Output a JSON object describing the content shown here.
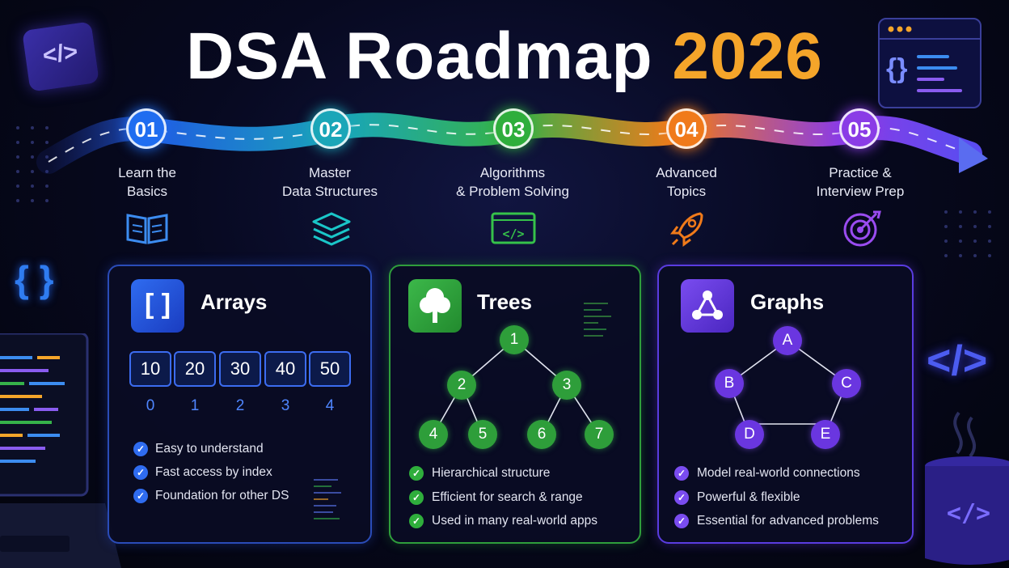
{
  "title": {
    "main": "DSA Roadmap",
    "year": "2026"
  },
  "colors": {
    "accent_year": "#f5a52a",
    "arrays": "#3c6cf0",
    "trees": "#36b24a",
    "graphs": "#7a4cf0"
  },
  "roadmap": [
    {
      "number": "01",
      "line1": "Learn the",
      "line2": "Basics",
      "icon": "book-icon",
      "color": "#1f6df0"
    },
    {
      "number": "02",
      "line1": "Master",
      "line2": "Data Structures",
      "icon": "layers-icon",
      "color": "#1aa6b8"
    },
    {
      "number": "03",
      "line1": "Algorithms",
      "line2": "& Problem Solving",
      "icon": "code-window-icon",
      "color": "#2fae3c"
    },
    {
      "number": "04",
      "line1": "Advanced",
      "line2": "Topics",
      "icon": "rocket-icon",
      "color": "#f07a1a"
    },
    {
      "number": "05",
      "line1": "Practice &",
      "line2": "Interview Prep",
      "icon": "target-icon",
      "color": "#8a3ce6"
    }
  ],
  "arrays": {
    "icon_text": "[ ]",
    "title": "Arrays",
    "cells": [
      "10",
      "20",
      "30",
      "40",
      "50"
    ],
    "indexes": [
      "0",
      "1",
      "2",
      "3",
      "4"
    ],
    "features": [
      "Easy to understand",
      "Fast access by index",
      "Foundation for other DS"
    ]
  },
  "trees": {
    "title": "Trees",
    "nodes": [
      "1",
      "2",
      "3",
      "4",
      "5",
      "6",
      "7"
    ],
    "features": [
      "Hierarchical structure",
      "Efficient for search & range",
      "Used in many real-world apps"
    ]
  },
  "graphs": {
    "title": "Graphs",
    "nodes": [
      "A",
      "B",
      "C",
      "D",
      "E"
    ],
    "features": [
      "Model real-world connections",
      "Powerful & flexible",
      "Essential for advanced problems"
    ]
  },
  "decor": {
    "code_tag": "</>",
    "braces": "{ }",
    "window_braces": "{}"
  }
}
